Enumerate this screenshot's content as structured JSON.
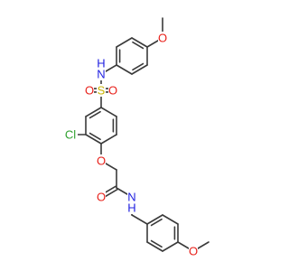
{
  "molecule": {
    "colors": {
      "bond": "#3a3a3a",
      "N": "#2020e0",
      "O": "#e8201a",
      "S": "#c8b400",
      "Cl": "#2ea02e",
      "background": "#ffffff"
    },
    "atoms": [
      {
        "id": "O1",
        "element": "O",
        "label": "O"
      },
      {
        "id": "Me1",
        "element": "C",
        "label": ""
      },
      {
        "id": "A1",
        "element": "C",
        "label": ""
      },
      {
        "id": "A2",
        "element": "C",
        "label": ""
      },
      {
        "id": "A3",
        "element": "C",
        "label": ""
      },
      {
        "id": "A4",
        "element": "C",
        "label": ""
      },
      {
        "id": "A5",
        "element": "C",
        "label": ""
      },
      {
        "id": "A6",
        "element": "C",
        "label": ""
      },
      {
        "id": "N1",
        "element": "N",
        "label": "N"
      },
      {
        "id": "H1",
        "element": "H",
        "label": "H"
      },
      {
        "id": "S1",
        "element": "S",
        "label": "S"
      },
      {
        "id": "OS1",
        "element": "O",
        "label": "O"
      },
      {
        "id": "OS2",
        "element": "O",
        "label": "O"
      },
      {
        "id": "B1",
        "element": "C",
        "label": ""
      },
      {
        "id": "B2",
        "element": "C",
        "label": ""
      },
      {
        "id": "B3",
        "element": "C",
        "label": ""
      },
      {
        "id": "B4",
        "element": "C",
        "label": ""
      },
      {
        "id": "B5",
        "element": "C",
        "label": ""
      },
      {
        "id": "B6",
        "element": "C",
        "label": ""
      },
      {
        "id": "Cl1",
        "element": "Cl",
        "label": "Cl"
      },
      {
        "id": "O2",
        "element": "O",
        "label": "O"
      },
      {
        "id": "C7",
        "element": "C",
        "label": ""
      },
      {
        "id": "C8",
        "element": "C",
        "label": ""
      },
      {
        "id": "O3",
        "element": "O",
        "label": "O"
      },
      {
        "id": "N2",
        "element": "N",
        "label": "N"
      },
      {
        "id": "H2",
        "element": "H",
        "label": "H"
      },
      {
        "id": "C9",
        "element": "C",
        "label": ""
      },
      {
        "id": "D1",
        "element": "C",
        "label": ""
      },
      {
        "id": "D2",
        "element": "C",
        "label": ""
      },
      {
        "id": "D3",
        "element": "C",
        "label": ""
      },
      {
        "id": "D4",
        "element": "C",
        "label": ""
      },
      {
        "id": "D5",
        "element": "C",
        "label": ""
      },
      {
        "id": "D6",
        "element": "C",
        "label": ""
      },
      {
        "id": "O4",
        "element": "O",
        "label": "O"
      },
      {
        "id": "Me2",
        "element": "C",
        "label": ""
      }
    ],
    "bonds": [
      {
        "from": "Me1",
        "to": "O1",
        "order": 1
      },
      {
        "from": "O1",
        "to": "A1",
        "order": 1
      },
      {
        "from": "A1",
        "to": "A2",
        "order": 2
      },
      {
        "from": "A2",
        "to": "A3",
        "order": 1
      },
      {
        "from": "A3",
        "to": "A4",
        "order": 2
      },
      {
        "from": "A4",
        "to": "A5",
        "order": 1
      },
      {
        "from": "A5",
        "to": "A6",
        "order": 2
      },
      {
        "from": "A6",
        "to": "A1",
        "order": 1
      },
      {
        "from": "A4",
        "to": "N1",
        "order": 1
      },
      {
        "from": "N1",
        "to": "S1",
        "order": 1
      },
      {
        "from": "S1",
        "to": "OS1",
        "order": 2
      },
      {
        "from": "S1",
        "to": "OS2",
        "order": 2
      },
      {
        "from": "S1",
        "to": "B1",
        "order": 1
      },
      {
        "from": "B1",
        "to": "B2",
        "order": 2
      },
      {
        "from": "B2",
        "to": "B3",
        "order": 1
      },
      {
        "from": "B3",
        "to": "B4",
        "order": 2
      },
      {
        "from": "B4",
        "to": "B5",
        "order": 1
      },
      {
        "from": "B5",
        "to": "B6",
        "order": 2
      },
      {
        "from": "B6",
        "to": "B1",
        "order": 1
      },
      {
        "from": "B3",
        "to": "Cl1",
        "order": 1
      },
      {
        "from": "B4",
        "to": "O2",
        "order": 1
      },
      {
        "from": "O2",
        "to": "C7",
        "order": 1
      },
      {
        "from": "C7",
        "to": "C8",
        "order": 1
      },
      {
        "from": "C8",
        "to": "O3",
        "order": 2
      },
      {
        "from": "C8",
        "to": "N2",
        "order": 1
      },
      {
        "from": "N2",
        "to": "C9",
        "order": 1
      },
      {
        "from": "C9",
        "to": "D1",
        "order": 1
      },
      {
        "from": "D1",
        "to": "D2",
        "order": 2
      },
      {
        "from": "D2",
        "to": "D3",
        "order": 1
      },
      {
        "from": "D3",
        "to": "D4",
        "order": 2
      },
      {
        "from": "D4",
        "to": "D5",
        "order": 1
      },
      {
        "from": "D5",
        "to": "D6",
        "order": 2
      },
      {
        "from": "D6",
        "to": "D1",
        "order": 1
      },
      {
        "from": "D4",
        "to": "O4",
        "order": 1
      },
      {
        "from": "O4",
        "to": "Me2",
        "order": 1
      }
    ]
  }
}
